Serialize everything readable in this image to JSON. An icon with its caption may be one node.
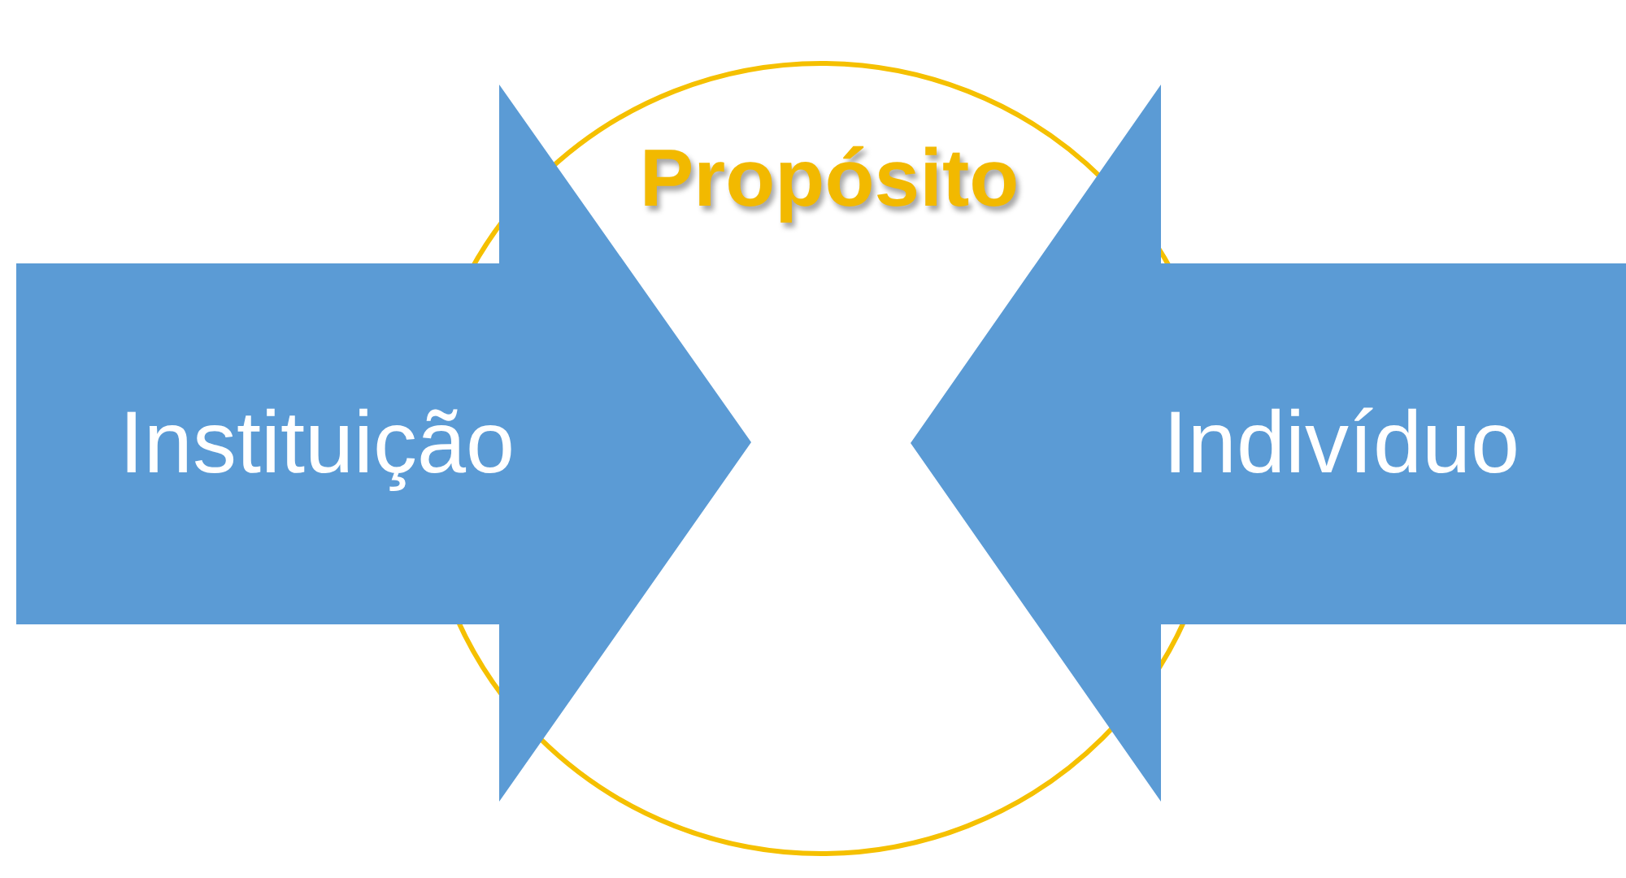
{
  "diagram": {
    "nodes": [
      {
        "text": [
          "Propósito"
        ]
      },
      {
        "text": [
          "Instituição"
        ]
      },
      {
        "text": [
          "Indivíduo"
        ]
      }
    ]
  }
}
